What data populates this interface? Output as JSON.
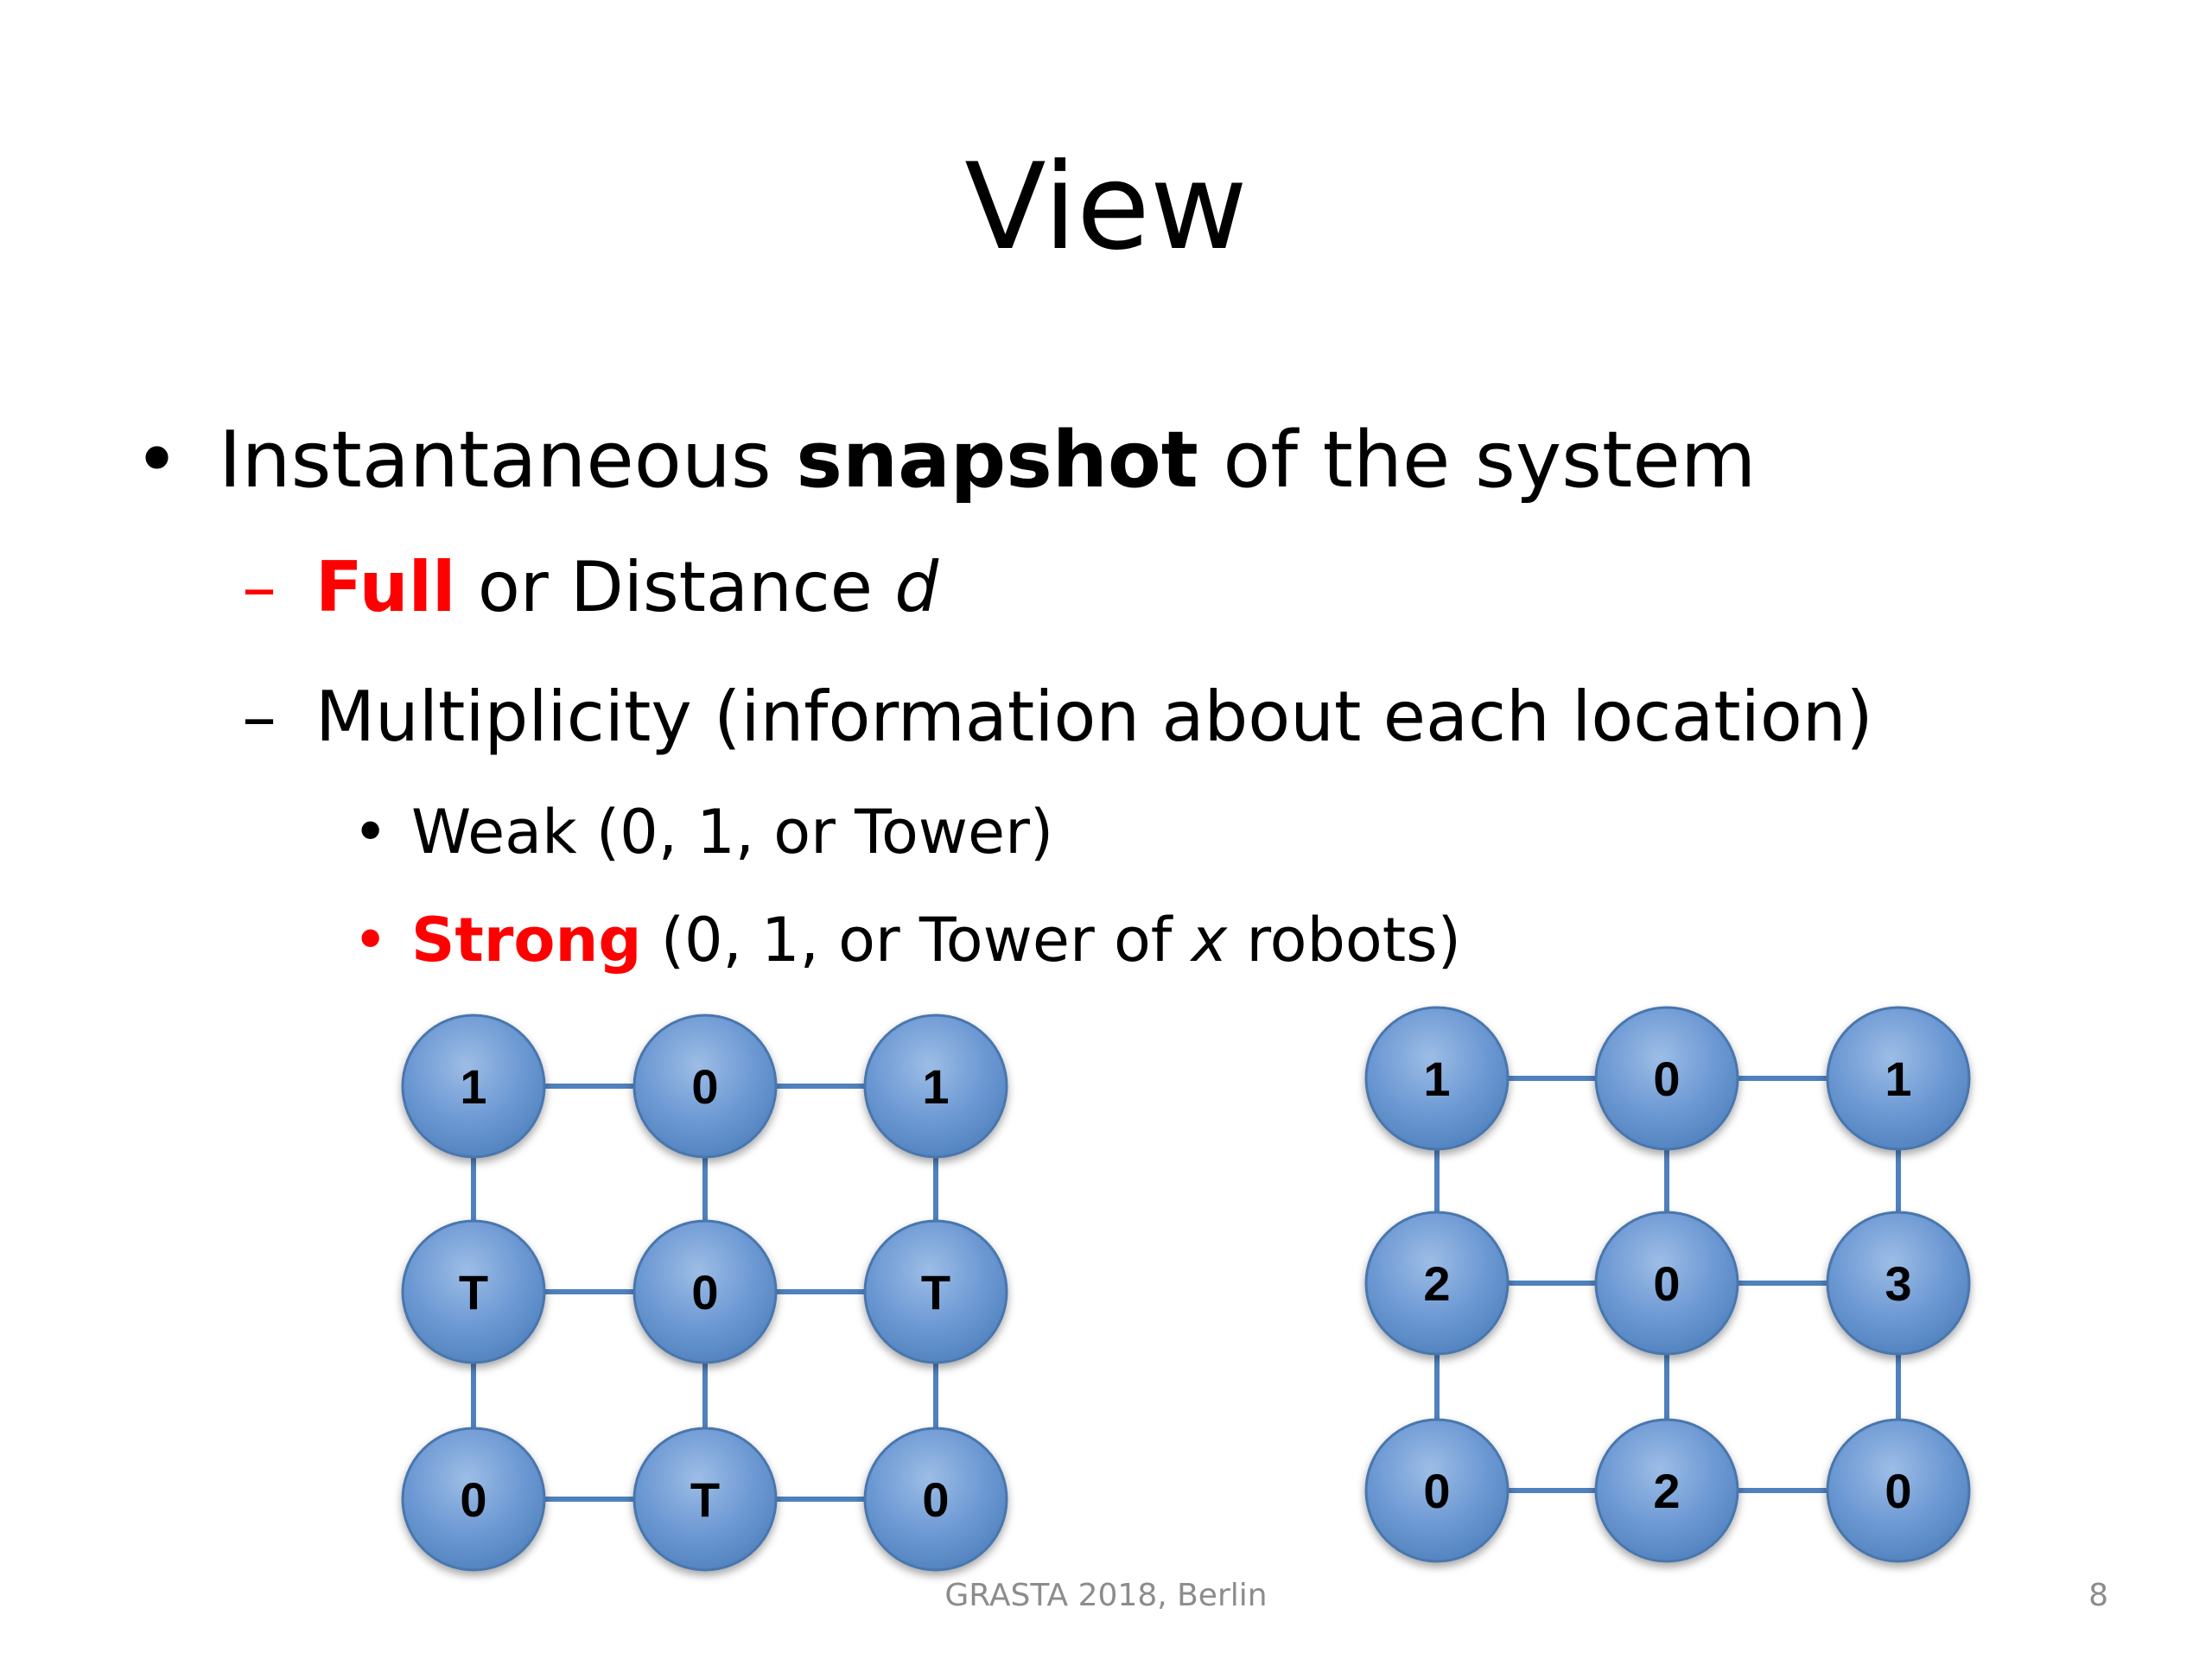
{
  "slide": {
    "title": "View",
    "bullets": {
      "b1": {
        "marker": "•",
        "pre": "Instantaneous ",
        "bold": "snapshot",
        "post": " of the system"
      },
      "b2": {
        "marker": "–",
        "bold": "Full",
        "mid": " or Distance ",
        "ital": "d"
      },
      "b3": {
        "marker": "–",
        "text": "Multiplicity (information about each location)"
      },
      "b4": {
        "marker": "•",
        "text": "Weak (0, 1, or Tower)"
      },
      "b5": {
        "marker": "•",
        "bold": "Strong",
        "mid": " (0, 1,  or Tower of ",
        "ital": "x",
        "post": " robots)"
      }
    },
    "footer": "GRASTA 2018, Berlin",
    "page_number": "8"
  },
  "colors": {
    "accent_red": "#ff0000",
    "node_fill": "#4f81bd",
    "edge": "#4f81bd",
    "footer": "#8c8c8c"
  },
  "grids": [
    {
      "labels": [
        [
          "1",
          "0",
          "1"
        ],
        [
          "T",
          "0",
          "T"
        ],
        [
          "0",
          "T",
          "0"
        ]
      ]
    },
    {
      "labels": [
        [
          "1",
          "0",
          "1"
        ],
        [
          "2",
          "0",
          "3"
        ],
        [
          "0",
          "2",
          "0"
        ]
      ]
    }
  ]
}
